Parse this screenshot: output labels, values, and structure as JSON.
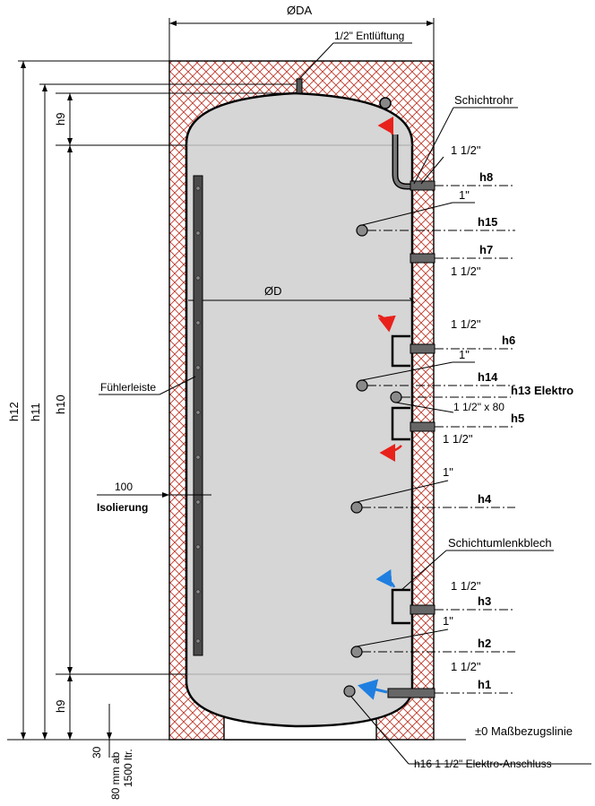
{
  "labels": {
    "da": "ØDA",
    "d": "ØD",
    "entlueftung": "1/2\" Entlüftung",
    "schichtrohr": "Schichtrohr",
    "fuehlerleiste": "Fühlerleiste",
    "iso_value": "100",
    "isolierung": "Isolierung",
    "schichtumlenkblech": "Schichtumlenkblech",
    "massbezug": "±0 Maßbezugslinie",
    "h16": "h16 1 1/2\" Elektro-Anschluss",
    "foot_30": "30",
    "foot_80": "80 mm ab",
    "foot_1500": "1500 ltr."
  },
  "heights": {
    "h12": "h12",
    "h11": "h11",
    "h10": "h10",
    "h9_top": "h9",
    "h9_bottom": "h9"
  },
  "connections": {
    "h8": "h8",
    "h8_size": "1 1/2\"",
    "h15": "h15",
    "h15_size": "1\"",
    "h7": "h7",
    "h7_size": "1 1/2\"",
    "h6": "h6",
    "h6_size": "1 1/2\"",
    "h14": "h14",
    "h14_size": "1\"",
    "h13": "h13 Elektro",
    "h13_size": "1 1/2\" x 80",
    "h5": "h5",
    "h5_size": "1 1/2\"",
    "h4": "h4",
    "h4_size": "1\"",
    "h3": "h3",
    "h3_size": "1 1/2\"",
    "h2": "h2",
    "h2_size": "1\"",
    "h1": "h1",
    "h1_size": "1 1/2\""
  },
  "colors": {
    "tank_fill": "#d6d6d6",
    "insulation": "#c0392b",
    "arrow_red": "#e8211b",
    "arrow_blue": "#1f7fe0"
  }
}
